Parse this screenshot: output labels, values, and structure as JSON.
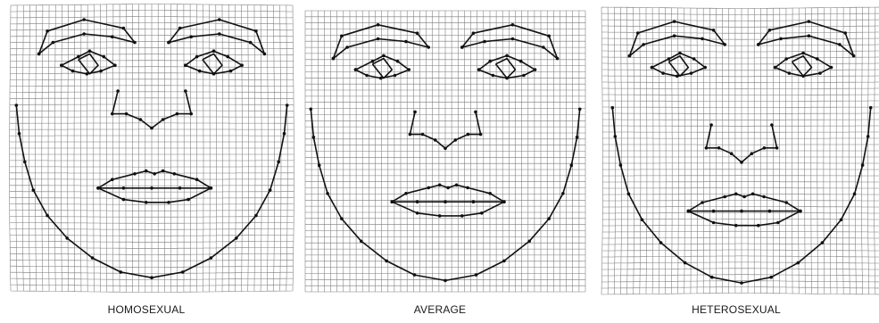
{
  "panels": [
    {
      "key": "homosexual",
      "label": "HOMOSEXUAL"
    },
    {
      "key": "average",
      "label": "AVERAGE"
    },
    {
      "key": "heterosexual",
      "label": "HETEROSEXUAL"
    }
  ]
}
